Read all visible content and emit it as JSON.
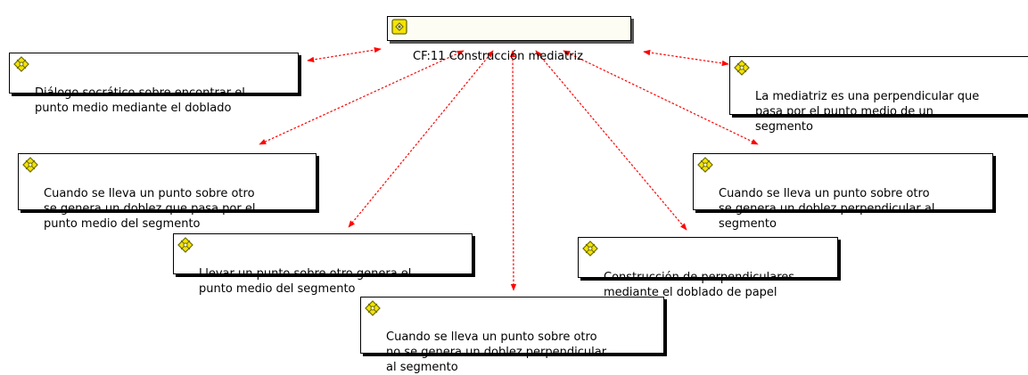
{
  "root": {
    "label": "CF:11 Construcción mediatriz",
    "icon": "network-code-icon"
  },
  "nodes": [
    {
      "id": "dialogo",
      "label": "Diálogo socrático sobre encontrar el\npunto medio mediante el doblado",
      "icon": "quotation-icon"
    },
    {
      "id": "mediatriz-perpendicular",
      "label": "La mediatriz es una perpendicular que\npasa por el punto medio de un\nsegmento",
      "icon": "quotation-icon"
    },
    {
      "id": "doblez-punto-medio",
      "label": "Cuando se lleva un punto sobre otro\nse genera un doblez que pasa por el\npunto medio del segmento",
      "icon": "quotation-icon"
    },
    {
      "id": "doblez-perpendicular",
      "label": "Cuando se lleva un punto sobre otro\nse genera un doblez perpendicular al\nsegmento",
      "icon": "quotation-icon"
    },
    {
      "id": "llevar-punto",
      "label": "Llevar un punto sobre otro genera el\npunto medio del segmento",
      "icon": "quotation-icon"
    },
    {
      "id": "construccion-perpendiculares",
      "label": "Construcción de perpendiculares\nmediante el doblado de papel",
      "icon": "quotation-icon"
    },
    {
      "id": "no-doblez-perpendicular",
      "label": "Cuando se lleva un punto sobre otro\nno se genera un doblez perpendicular\nal segmento",
      "icon": "quotation-icon"
    }
  ],
  "colors": {
    "link": "#ff0000",
    "node_border": "#000000",
    "icon_fill": "#f5e400",
    "icon_stroke": "#6b6b00"
  }
}
